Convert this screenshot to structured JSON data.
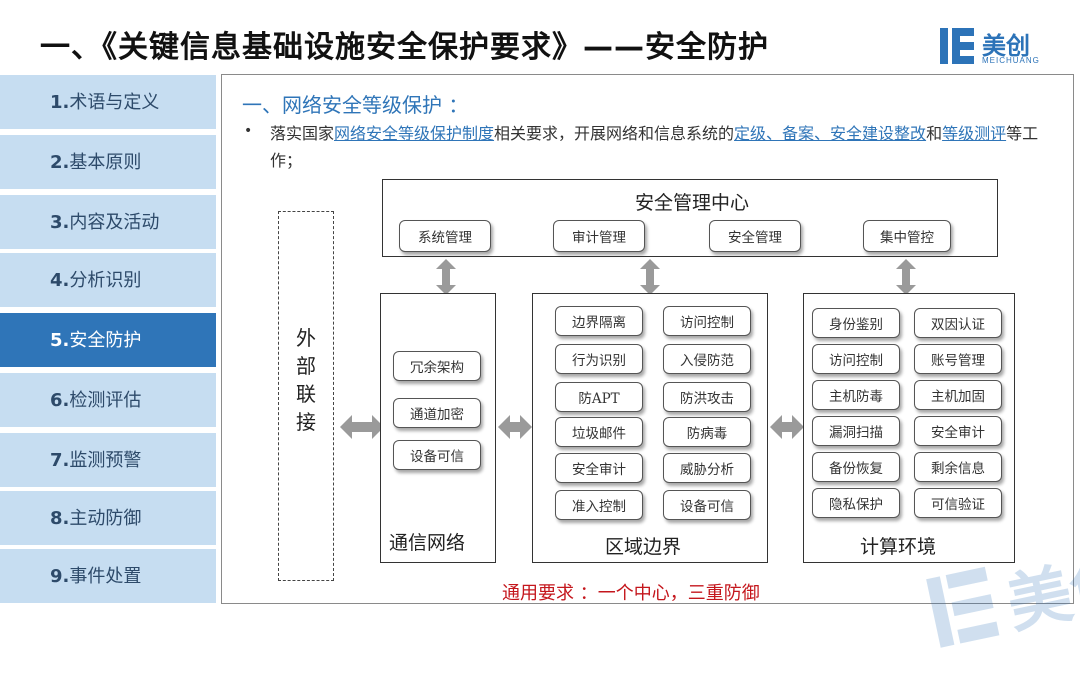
{
  "header": {
    "title": "一、《关键信息基础设施安全保护要求》——安全防护"
  },
  "logo": {
    "name": "美创",
    "sub": "MEICHUANG"
  },
  "sidebar": {
    "active_index": 4,
    "items": [
      {
        "num": "1.",
        "label": "术语与定义"
      },
      {
        "num": "2.",
        "label": "基本原则"
      },
      {
        "num": "3.",
        "label": "内容及活动"
      },
      {
        "num": "4.",
        "label": "分析识别"
      },
      {
        "num": "5.",
        "label": "安全防护"
      },
      {
        "num": "6.",
        "label": "检测评估"
      },
      {
        "num": "7.",
        "label": "监测预警"
      },
      {
        "num": "8.",
        "label": "主动防御"
      },
      {
        "num": "9.",
        "label": "事件处置"
      }
    ]
  },
  "content": {
    "section_title": "一、网络安全等级保护 ：",
    "bullet": {
      "t1": "落实国家",
      "h1": "网络安全等级保护制度",
      "t2": "相关要求，开展网络和信息系统的",
      "h2": "定级、备案、安全建设整改",
      "t3": "和",
      "h3": "等级测评",
      "t4": "等工作；"
    },
    "footer": "通用要求 ：一个中心，三重防御"
  },
  "diagram": {
    "center": {
      "title": "安全管理中心",
      "items": [
        "系统管理",
        "审计管理",
        "安全管理",
        "集中管控"
      ]
    },
    "external": "外部联接",
    "network": {
      "title": "通信网络",
      "items": [
        "冗余架构",
        "通道加密",
        "设备可信"
      ]
    },
    "boundary": {
      "title": "区域边界",
      "items": [
        "边界隔离",
        "访问控制",
        "行为识别",
        "入侵防范",
        "防APT",
        "防洪攻击",
        "垃圾邮件",
        "防病毒",
        "安全审计",
        "威胁分析",
        "准入控制",
        "设备可信"
      ]
    },
    "compute": {
      "title": "计算环境",
      "items": [
        "身份鉴别",
        "双因认证",
        "访问控制",
        "账号管理",
        "主机防毒",
        "主机加固",
        "漏洞扫描",
        "安全审计",
        "备份恢复",
        "剩余信息",
        "隐私保护",
        "可信验证"
      ]
    }
  },
  "colors": {
    "accent": "#2f75b8",
    "sidebar_bg": "#c6ddf1",
    "highlight_red": "#c4161c"
  }
}
